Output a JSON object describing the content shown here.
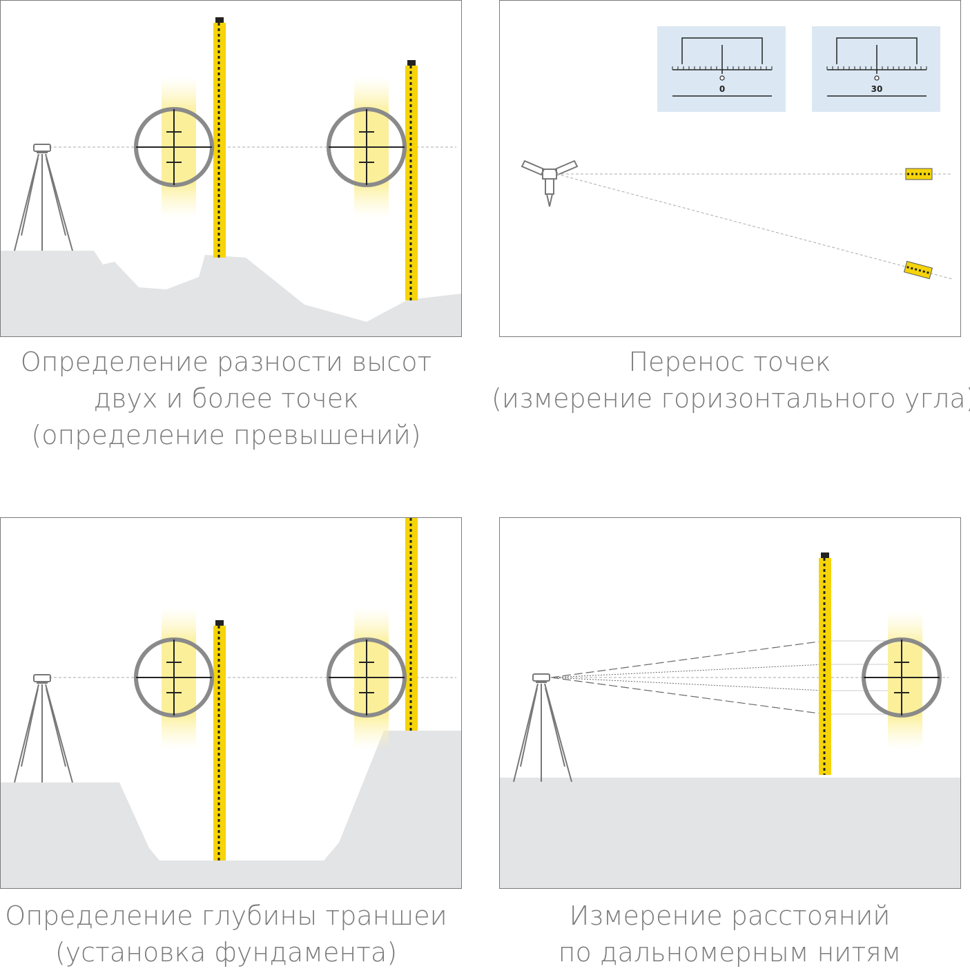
{
  "panels": [
    {
      "caption": [
        "Определение разности высот",
        "двух и более точек",
        "(определение превышений)"
      ]
    },
    {
      "caption": [
        "Перенос точек",
        "(измерение горизонтального угла)"
      ],
      "scale_left": "0",
      "scale_right": "30"
    },
    {
      "caption": [
        "Определение глубины траншеи",
        "(установка фундамента)"
      ]
    },
    {
      "caption": [
        "Измерение расстояний",
        "по дальномерным нитям"
      ]
    }
  ],
  "colors": {
    "ground": "#e3e4e5",
    "staff": "#f5d40a",
    "scale_bg": "#dbe8f3",
    "reticle": "#8a8a8a",
    "caption": "#7a7a7a"
  }
}
